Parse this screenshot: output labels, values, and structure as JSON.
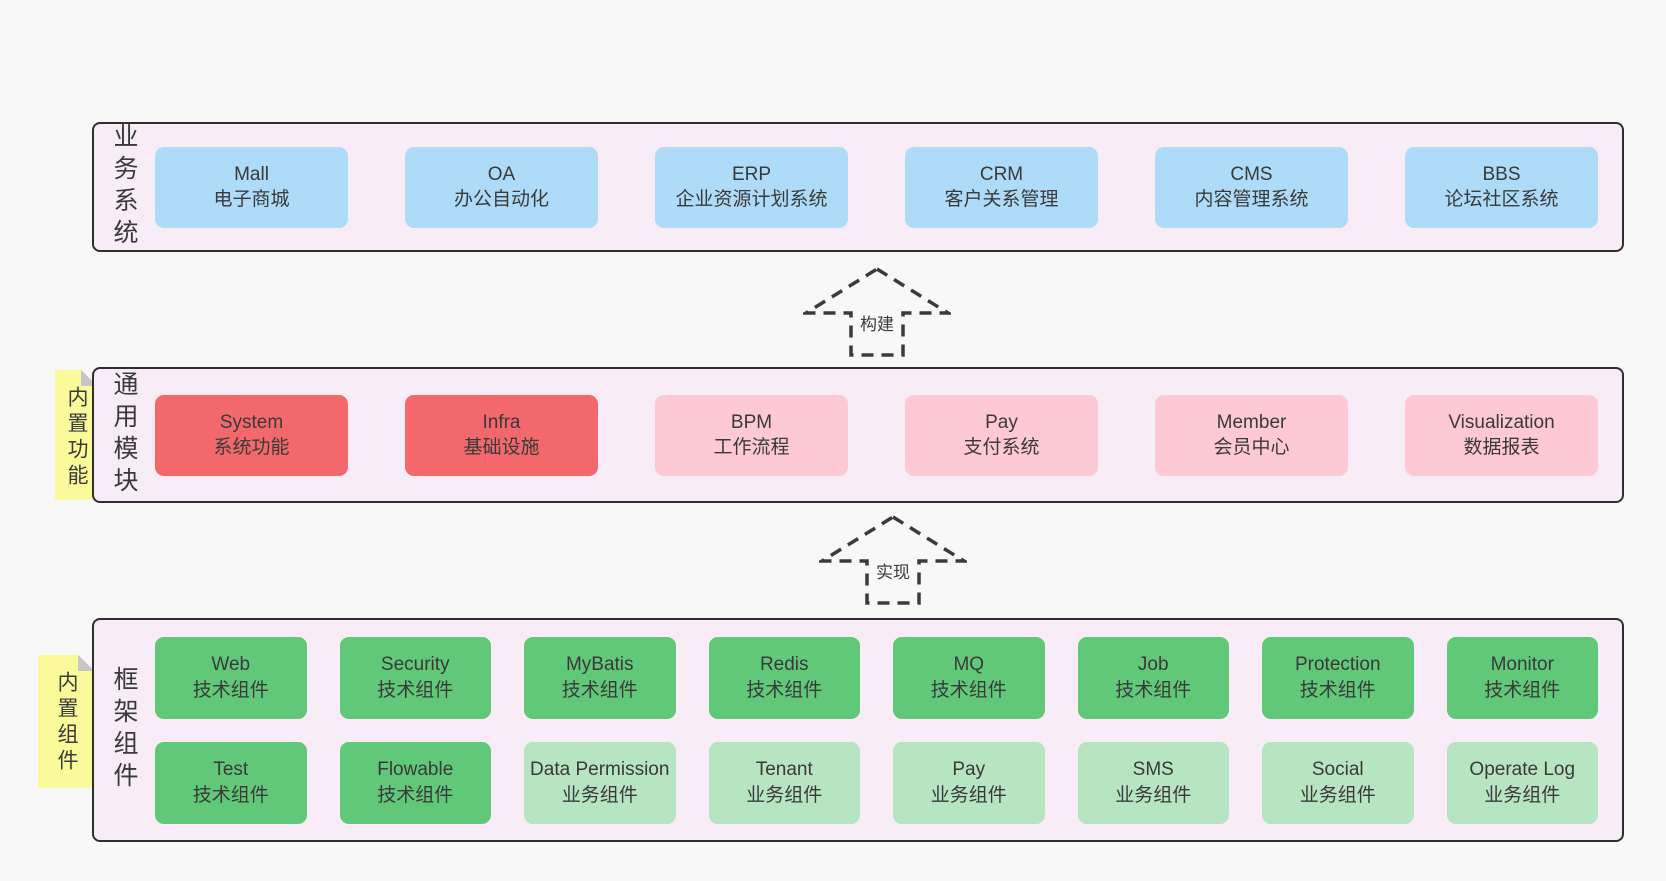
{
  "colors": {
    "page_bg": "#f8f8f8",
    "panel_bg": "#f8edf7",
    "panel_border": "#2e2e2e",
    "blue_box": "#aedcf8",
    "red_box": "#f3686c",
    "pink_box": "#fcc9d4",
    "green_box": "#61c879",
    "light_green_box": "#b7e4c1",
    "sticky_yellow": "#fbfa9a",
    "text": "#3a3a3a"
  },
  "sections": {
    "business": {
      "label": "业务系统",
      "boxes": [
        {
          "name": "Mall",
          "desc": "电子商城",
          "variant": "blue"
        },
        {
          "name": "OA",
          "desc": "办公自动化",
          "variant": "blue"
        },
        {
          "name": "ERP",
          "desc": "企业资源计划系统",
          "variant": "blue"
        },
        {
          "name": "CRM",
          "desc": "客户关系管理",
          "variant": "blue"
        },
        {
          "name": "CMS",
          "desc": "内容管理系统",
          "variant": "blue"
        },
        {
          "name": "BBS",
          "desc": "论坛社区系统",
          "variant": "blue"
        }
      ]
    },
    "modules": {
      "label": "通用模块",
      "sticky": "内置功能",
      "boxes": [
        {
          "name": "System",
          "desc": "系统功能",
          "variant": "red"
        },
        {
          "name": "Infra",
          "desc": "基础设施",
          "variant": "red"
        },
        {
          "name": "BPM",
          "desc": "工作流程",
          "variant": "pink"
        },
        {
          "name": "Pay",
          "desc": "支付系统",
          "variant": "pink"
        },
        {
          "name": "Member",
          "desc": "会员中心",
          "variant": "pink"
        },
        {
          "name": "Visualization",
          "desc": "数据报表",
          "variant": "pink"
        }
      ]
    },
    "framework": {
      "label": "框架组件",
      "sticky": "内置组件",
      "row1": [
        {
          "name": "Web",
          "desc": "技术组件",
          "variant": "green"
        },
        {
          "name": "Security",
          "desc": "技术组件",
          "variant": "green"
        },
        {
          "name": "MyBatis",
          "desc": "技术组件",
          "variant": "green"
        },
        {
          "name": "Redis",
          "desc": "技术组件",
          "variant": "green"
        },
        {
          "name": "MQ",
          "desc": "技术组件",
          "variant": "green"
        },
        {
          "name": "Job",
          "desc": "技术组件",
          "variant": "green"
        },
        {
          "name": "Protection",
          "desc": "技术组件",
          "variant": "green"
        },
        {
          "name": "Monitor",
          "desc": "技术组件",
          "variant": "green"
        }
      ],
      "row2": [
        {
          "name": "Test",
          "desc": "技术组件",
          "variant": "green"
        },
        {
          "name": "Flowable",
          "desc": "技术组件",
          "variant": "green"
        },
        {
          "name": "Data Permission",
          "desc": "业务组件",
          "variant": "lightgreen"
        },
        {
          "name": "Tenant",
          "desc": "业务组件",
          "variant": "lightgreen"
        },
        {
          "name": "Pay",
          "desc": "业务组件",
          "variant": "lightgreen"
        },
        {
          "name": "SMS",
          "desc": "业务组件",
          "variant": "lightgreen"
        },
        {
          "name": "Social",
          "desc": "业务组件",
          "variant": "lightgreen"
        },
        {
          "name": "Operate Log",
          "desc": "业务组件",
          "variant": "lightgreen"
        }
      ]
    },
    "arrows": [
      {
        "label": "构建"
      },
      {
        "label": "实现"
      }
    ]
  }
}
